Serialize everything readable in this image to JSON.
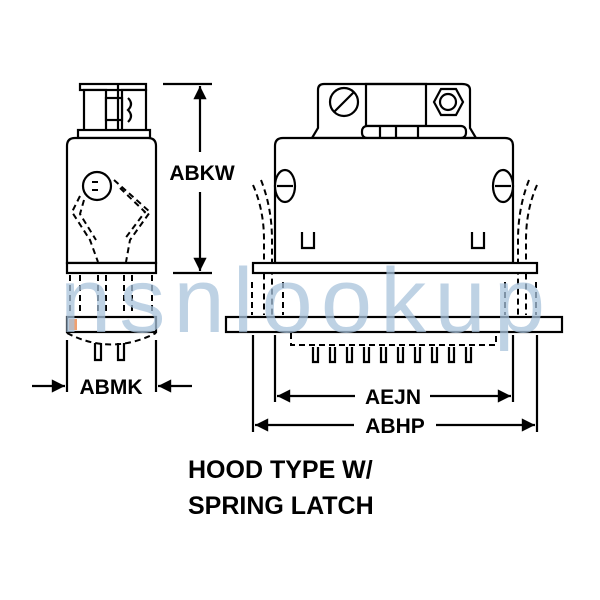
{
  "dimensions": {
    "height_label": "ABKW",
    "width_label": "ABMK",
    "inner_width_label": "AEJN",
    "overall_width_label": "ABHP"
  },
  "caption": {
    "line1": "HOOD TYPE W/",
    "line2": "SPRING LATCH"
  },
  "watermark": "nsnlookup"
}
